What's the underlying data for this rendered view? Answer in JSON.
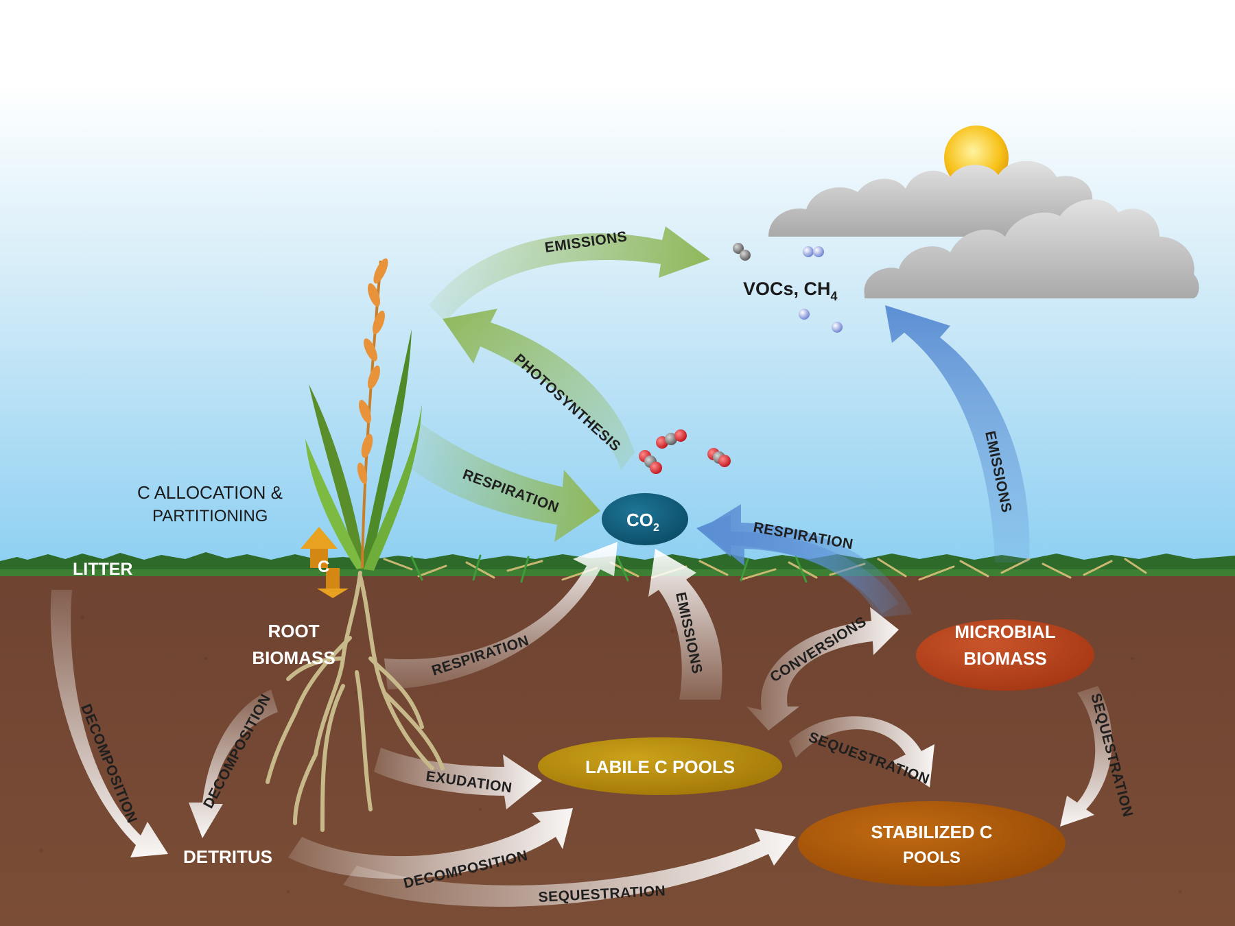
{
  "labels": {
    "vocs": "VOCs, CH",
    "vocs_sub": "4",
    "co2": "CO",
    "co2_sub": "2",
    "c_allocation_line1": "C ALLOCATION &",
    "c_allocation_line2": "PARTITIONING",
    "c_marker": "C",
    "litter": "LITTER",
    "root_biomass_line1": "ROOT",
    "root_biomass_line2": "BIOMASS",
    "detritus": "DETRITUS",
    "microbial_line1": "MICROBIAL",
    "microbial_line2": "BIOMASS",
    "labile": "LABILE C POOLS",
    "stabilized_line1": "STABILIZED C",
    "stabilized_line2": "POOLS"
  },
  "arrows": {
    "emissions_top": "EMISSIONS",
    "photosynthesis": "PHOTOSYNTHESIS",
    "respiration_plant": "RESPIRATION",
    "respiration_microbial": "RESPIRATION",
    "emissions_right": "EMISSIONS",
    "emissions_soil": "EMISSIONS",
    "respiration_root": "RESPIRATION",
    "conversions": "CONVERSIONS",
    "decomposition_litter": "DECOMPOSITION",
    "decomposition_root": "DECOMPOSITION",
    "exudation": "EXUDATION",
    "sequestration_labile": "SEQUESTRATION",
    "sequestration_microbial": "SEQUESTRATION",
    "decomposition_detritus": "DECOMPOSITION",
    "sequestration_detritus": "SEQUESTRATION"
  },
  "colors": {
    "sky_top": "#ffffff",
    "sky_bottom": "#8fd0f2",
    "soil": "#6b4330",
    "grass": "#2e7d32",
    "co2_pool": "#0e5a78",
    "microbial_pool": "#b5401c",
    "labile_pool": "#b8860b",
    "stabilized_pool": "#a8560a",
    "green_arrow": "#8fb85a",
    "blue_arrow": "#5b8fd4",
    "orange_arrow": "#e39a1a"
  }
}
